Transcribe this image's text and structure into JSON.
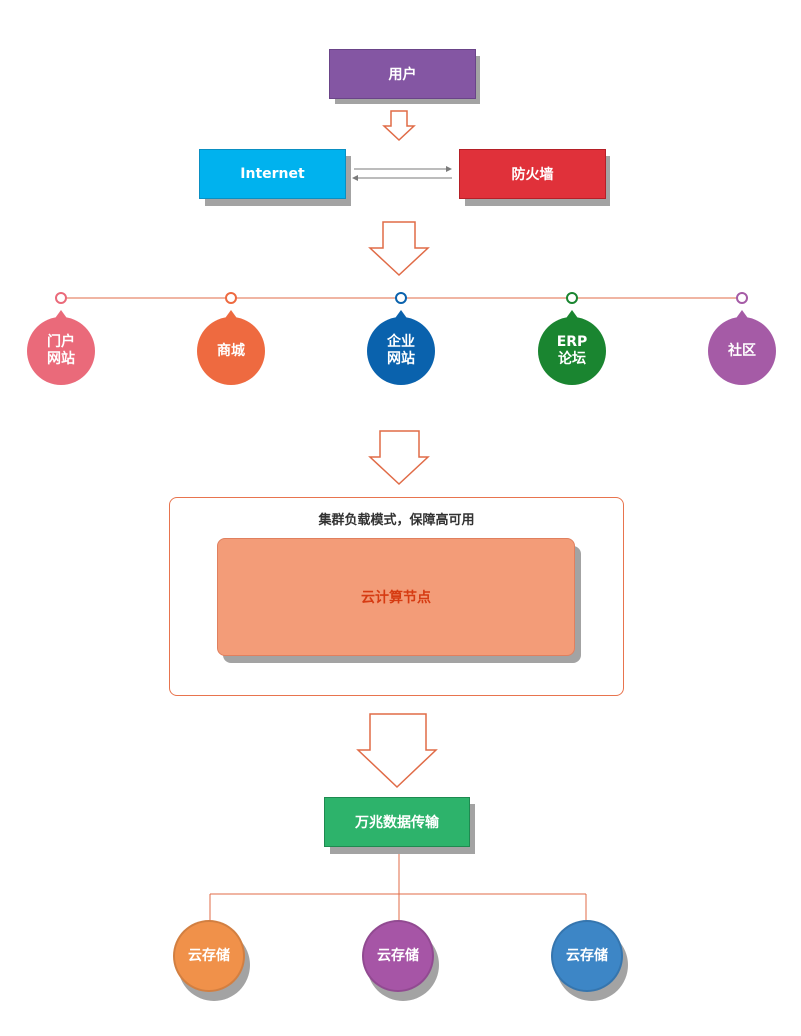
{
  "colors": {
    "user": "#8456a3",
    "internet": "#00b2ee",
    "firewall": "#e0313a",
    "connector": "#e06b47",
    "panel_border": "#e8744e",
    "compute": "#f39c78",
    "compute_text": "#d63b12",
    "transfer": "#2db36b",
    "shadow": "#a3a3a3"
  },
  "nodes": {
    "user": "用户",
    "internet": "Internet",
    "firewall": "防火墙",
    "transfer": "万兆数据传输"
  },
  "services": [
    {
      "label": "门户\n网站",
      "color": "#ea6a7a"
    },
    {
      "label": "商城",
      "color": "#ee6a40"
    },
    {
      "label": "企业\n网站",
      "color": "#0a62ad"
    },
    {
      "label": "ERP\n论坛",
      "color": "#1a8530"
    },
    {
      "label": "社区",
      "color": "#a55ba6"
    }
  ],
  "cluster": {
    "title": "集群负载模式，保障高可用",
    "node": "云计算节点"
  },
  "storage": [
    {
      "label": "云存储",
      "color": "#f0914a"
    },
    {
      "label": "云存储",
      "color": "#a655a6"
    },
    {
      "label": "云存储",
      "color": "#3d86c6"
    }
  ]
}
